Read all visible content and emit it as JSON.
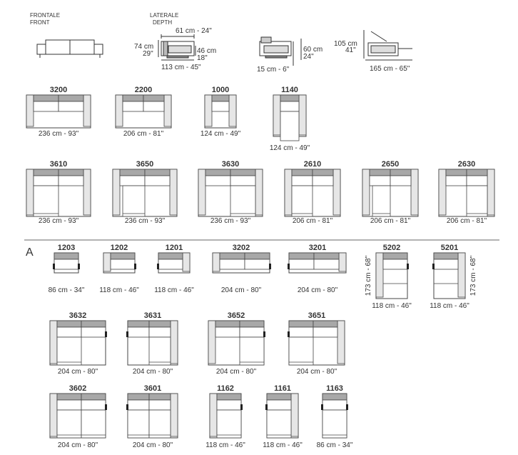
{
  "header": {
    "front": [
      "FRONTALE",
      "FRONT"
    ],
    "depth": [
      "LATERALE",
      "DEPTH"
    ]
  },
  "side_dims": {
    "arm_depth": "61 cm - 24\"",
    "height": [
      "74 cm",
      "29\""
    ],
    "seat": [
      "46 cm",
      "18\""
    ],
    "depth": "113 cm - 45\"",
    "back_h": [
      "60 cm",
      "24\""
    ],
    "back_w": "15 cm - 6\"",
    "open_h": [
      "105 cm",
      "41\""
    ],
    "open_d": "165 cm - 65\""
  },
  "section_label": "A",
  "models": [
    {
      "code": "3200",
      "dim": "236 cm - 93\""
    },
    {
      "code": "2200",
      "dim": "206 cm - 81\""
    },
    {
      "code": "1000",
      "dim": "124 cm - 49\""
    },
    {
      "code": "1140",
      "dim": "124 cm - 49\""
    },
    {
      "code": "3610",
      "dim": "236 cm - 93\""
    },
    {
      "code": "3650",
      "dim": "236 cm - 93\""
    },
    {
      "code": "3630",
      "dim": "236 cm - 93\""
    },
    {
      "code": "2610",
      "dim": "206 cm - 81\""
    },
    {
      "code": "2650",
      "dim": "206 cm - 81\""
    },
    {
      "code": "2630",
      "dim": "206 cm - 81\""
    },
    {
      "code": "1203",
      "dim": "86 cm - 34\""
    },
    {
      "code": "1202",
      "dim": "118 cm - 46\""
    },
    {
      "code": "1201",
      "dim": "118 cm - 46\""
    },
    {
      "code": "3202",
      "dim": "204 cm - 80\""
    },
    {
      "code": "3201",
      "dim": "204 cm - 80\""
    },
    {
      "code": "5202",
      "dim": "118 cm - 46\"",
      "vdim": "173 cm - 68\""
    },
    {
      "code": "5201",
      "dim": "118 cm - 46\"",
      "vdim": "173 cm - 68\""
    },
    {
      "code": "3632",
      "dim": "204 cm - 80\""
    },
    {
      "code": "3631",
      "dim": "204 cm - 80\""
    },
    {
      "code": "3652",
      "dim": "204 cm - 80\""
    },
    {
      "code": "3651",
      "dim": "204 cm - 80\""
    },
    {
      "code": "3602",
      "dim": "204 cm - 80\""
    },
    {
      "code": "3601",
      "dim": "204 cm - 80\""
    },
    {
      "code": "1162",
      "dim": "118 cm - 46\""
    },
    {
      "code": "1161",
      "dim": "118 cm - 46\""
    },
    {
      "code": "1163",
      "dim": "86 cm - 34\""
    }
  ]
}
